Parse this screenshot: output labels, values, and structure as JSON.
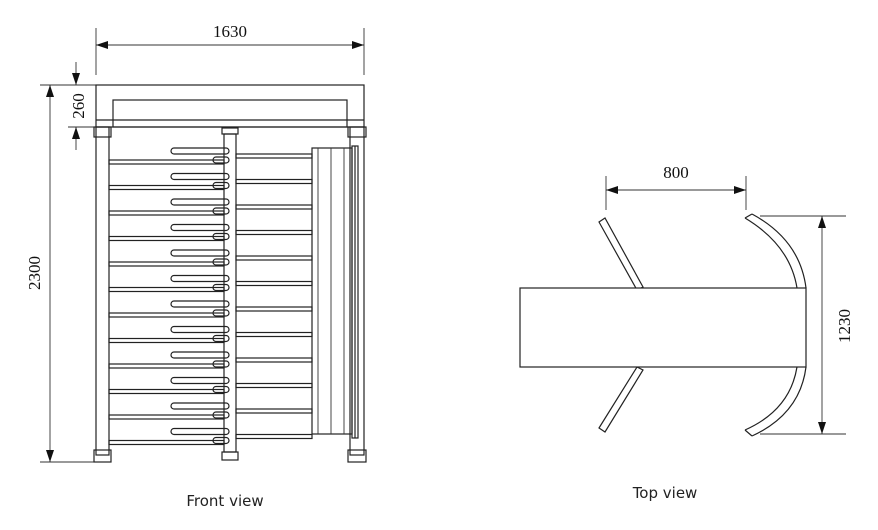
{
  "front_view": {
    "caption": "Front view",
    "dim_width": "1630",
    "dim_height": "2300",
    "dim_top": "260",
    "arm_rows": 12
  },
  "top_view": {
    "caption": "Top view",
    "dim_gap": "800",
    "dim_depth": "1230"
  },
  "colors": {
    "line": "#222222",
    "background": "#ffffff"
  }
}
